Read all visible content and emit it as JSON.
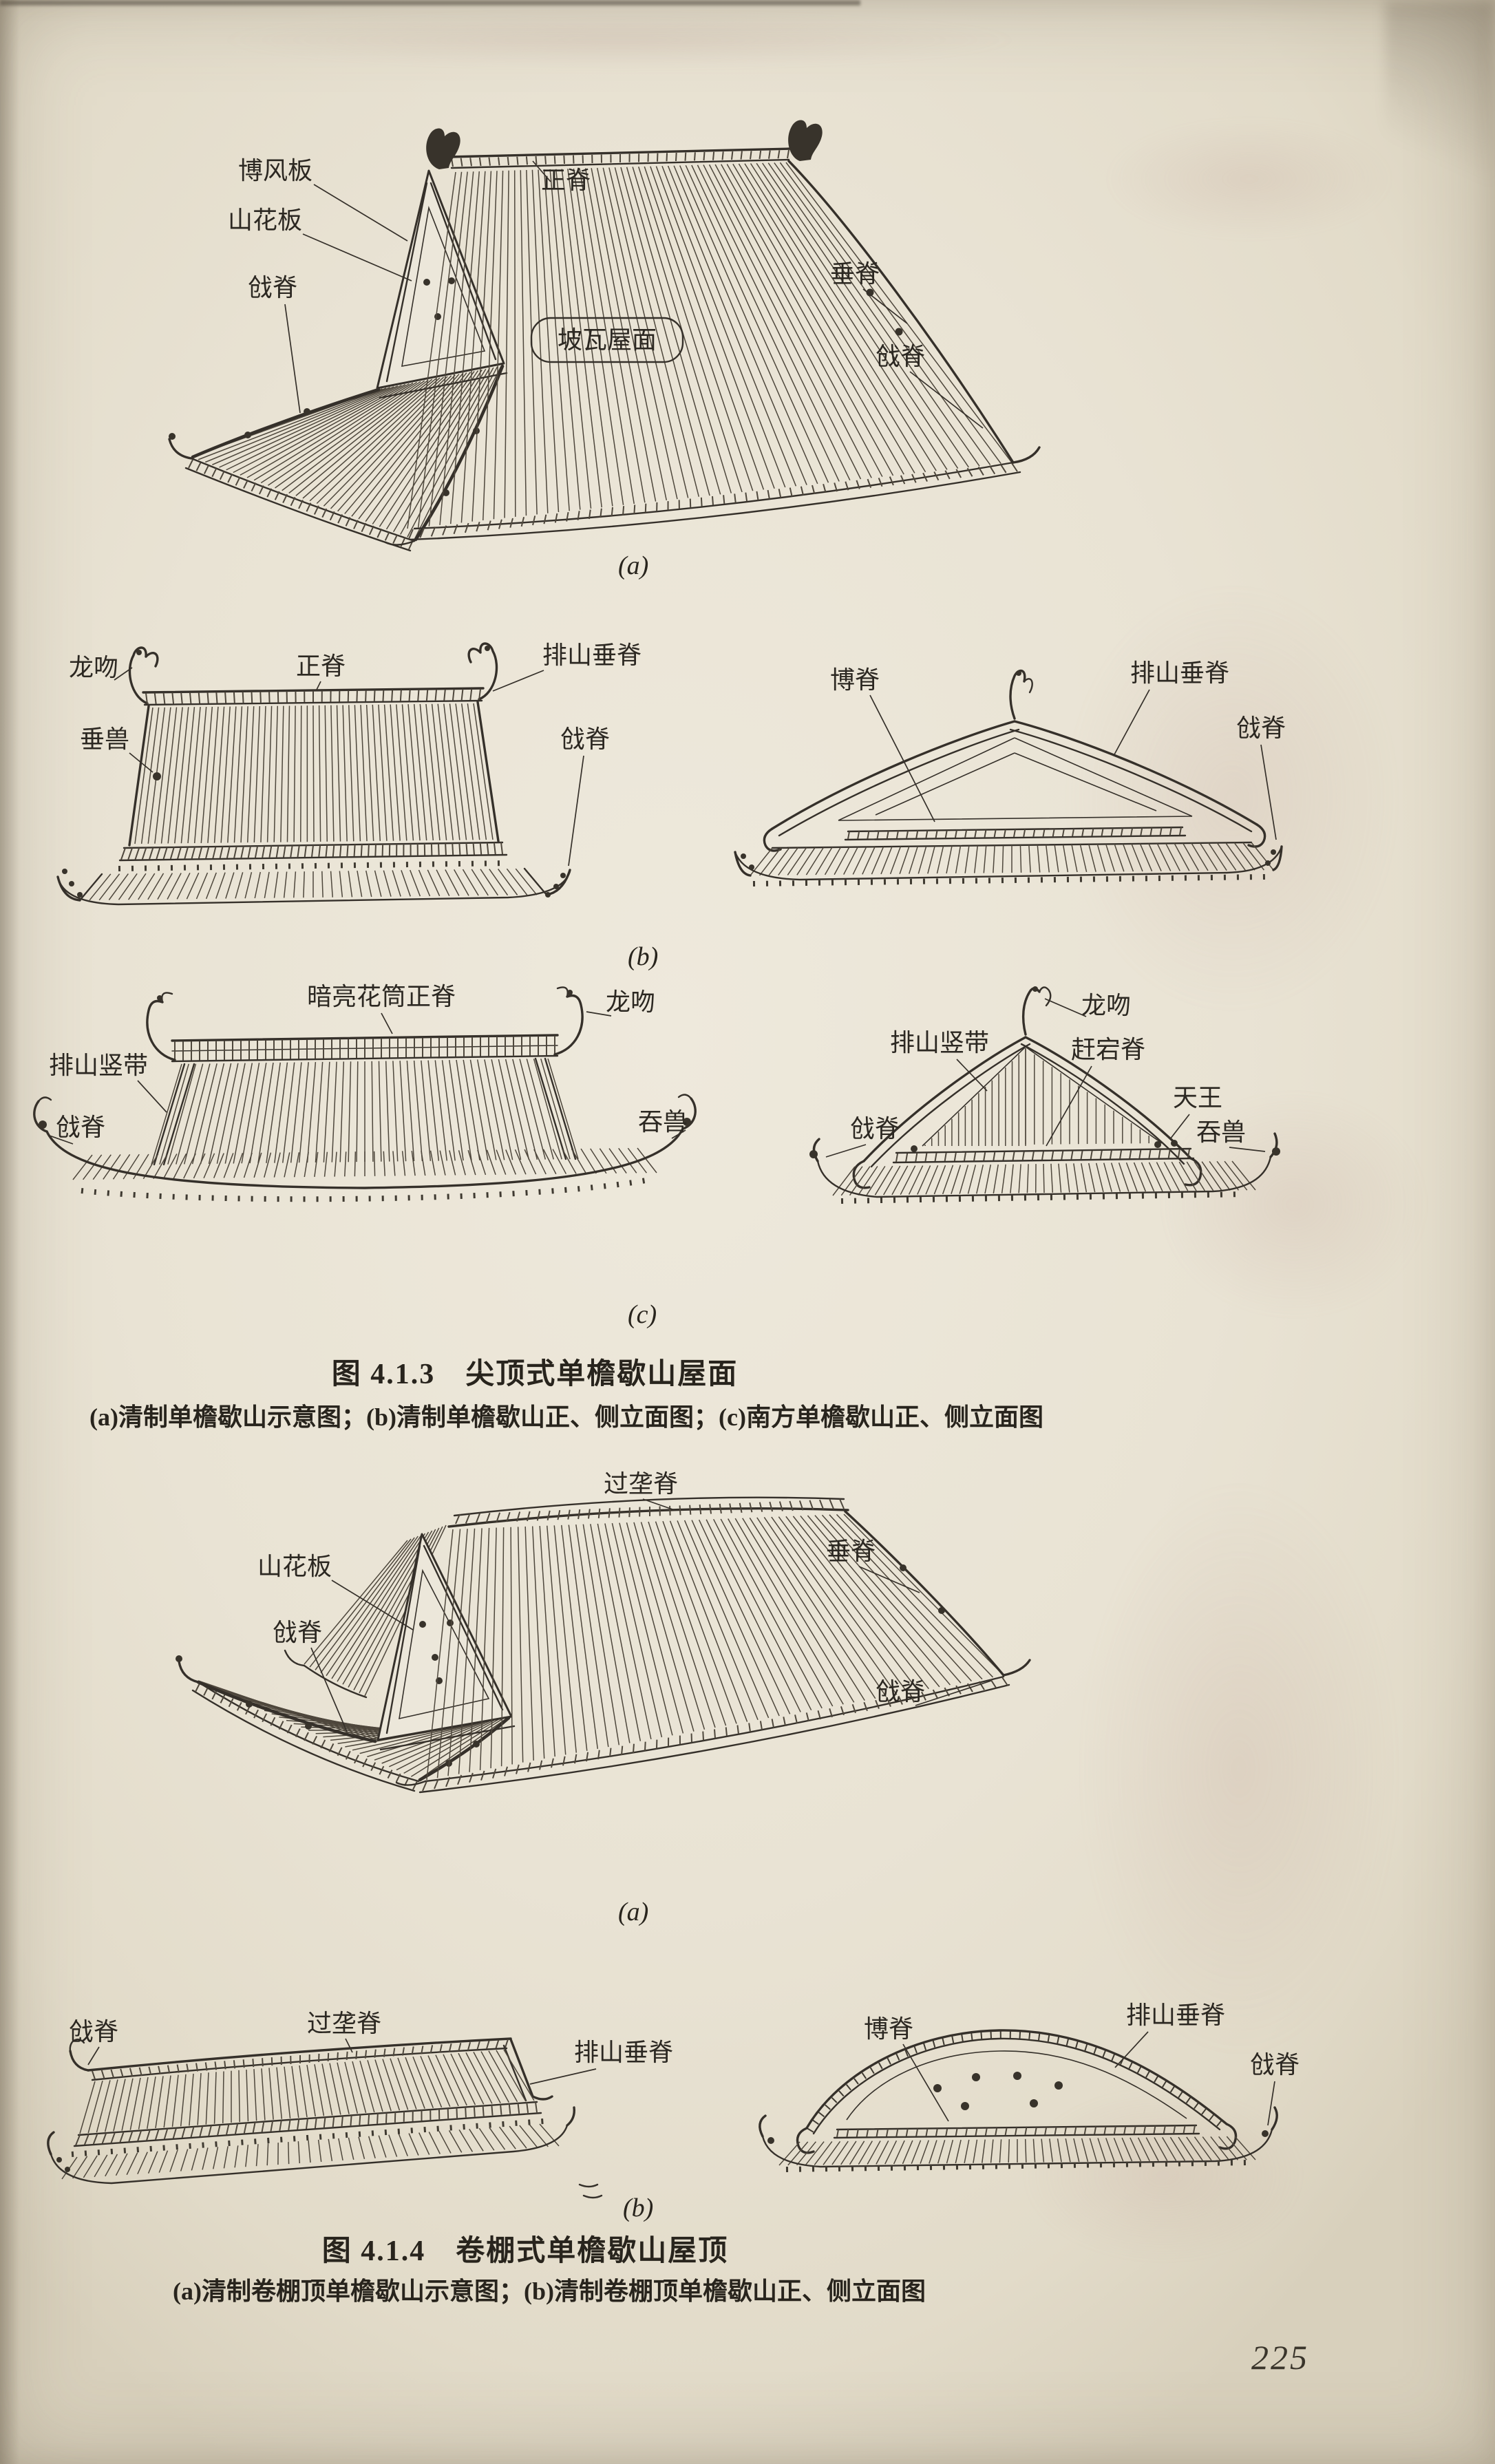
{
  "figures": {
    "fig_4_1_3": {
      "caption_title": "图 4.1.3　尖顶式单檐歇山屋面",
      "caption_sub": "(a)清制单檐歇山示意图；(b)清制单檐歇山正、侧立面图；(c)南方单檐歇山正、侧立面图",
      "sub_a": "(a)",
      "sub_b": "(b)",
      "sub_c": "(c)",
      "a": {
        "bofengban": "博风板",
        "shanhuaban": "山花板",
        "qiangji_left": "戗脊",
        "zhengji": "正脊",
        "powa_wumian": "坡瓦屋面",
        "chuiji": "垂脊",
        "qiangji_right": "戗脊"
      },
      "b_front": {
        "longwen": "龙吻",
        "zhengji": "正脊",
        "paishan_chuiji": "排山垂脊",
        "chuishou": "垂兽",
        "qiangji": "戗脊"
      },
      "b_side": {
        "boji": "博脊",
        "paishan_chuiji": "排山垂脊",
        "qiangji": "戗脊"
      },
      "c_front": {
        "zhengji": "暗亮花筒正脊",
        "longwen": "龙吻",
        "paishan_shudai": "排山竖带",
        "qiangji": "戗脊",
        "tunshou": "吞兽"
      },
      "c_side": {
        "paishan_shudai": "排山竖带",
        "longwen": "龙吻",
        "gandangji": "赶宕脊",
        "tianwang": "天王",
        "tunshou": "吞兽",
        "qiangji": "戗脊"
      }
    },
    "fig_4_1_4": {
      "caption_title": "图 4.1.4　卷棚式单檐歇山屋顶",
      "caption_sub": "(a)清制卷棚顶单檐歇山示意图；(b)清制卷棚顶单檐歇山正、侧立面图",
      "sub_a": "(a)",
      "sub_b": "(b)",
      "a": {
        "guolongji": "过垄脊",
        "shanhuaban": "山花板",
        "chuiji": "垂脊",
        "qiangji_left": "戗脊",
        "qiangji_right": "戗脊"
      },
      "b_front": {
        "qiangji": "戗脊",
        "guolongji": "过垄脊",
        "paishan_chuiji": "排山垂脊"
      },
      "b_side": {
        "boji": "博脊",
        "paishan_chuiji": "排山垂脊",
        "qiangji": "戗脊"
      }
    }
  },
  "page": {
    "number": "225"
  }
}
